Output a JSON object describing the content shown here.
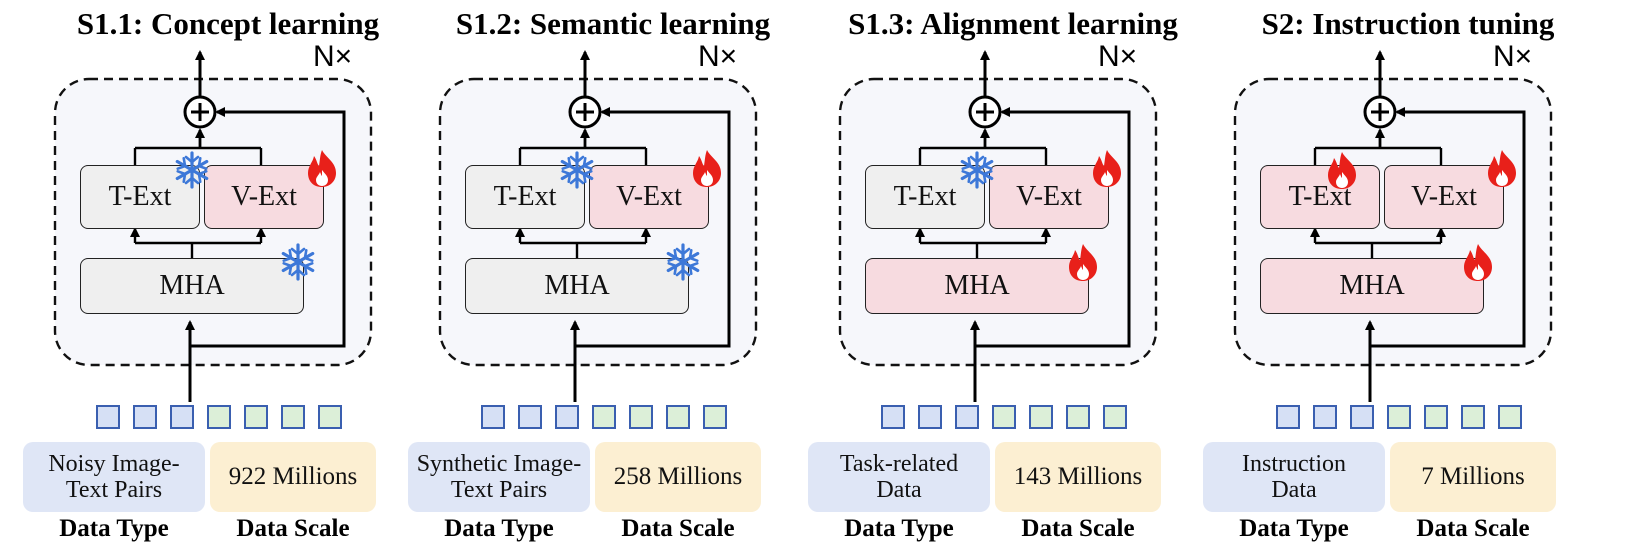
{
  "panels": [
    {
      "title": "S1.1: Concept learning",
      "repeat": "N×",
      "t_ext": "T-Ext",
      "v_ext": "V-Ext",
      "mha": "MHA",
      "t_state": "frozen",
      "v_state": "trainable",
      "mha_state": "frozen",
      "data_type_value": "Noisy Image-\nText Pairs",
      "data_scale_value": "922 Millions",
      "data_type_caption": "Data Type",
      "data_scale_caption": "Data Scale"
    },
    {
      "title": "S1.2: Semantic learning",
      "repeat": "N×",
      "t_ext": "T-Ext",
      "v_ext": "V-Ext",
      "mha": "MHA",
      "t_state": "frozen",
      "v_state": "trainable",
      "mha_state": "frozen",
      "data_type_value": "Synthetic Image-\nText Pairs",
      "data_scale_value": "258 Millions",
      "data_type_caption": "Data Type",
      "data_scale_caption": "Data Scale"
    },
    {
      "title": "S1.3: Alignment learning",
      "repeat": "N×",
      "t_ext": "T-Ext",
      "v_ext": "V-Ext",
      "mha": "MHA",
      "t_state": "frozen",
      "v_state": "trainable",
      "mha_state": "trainable",
      "data_type_value": "Task-related\nData",
      "data_scale_value": "143 Millions",
      "data_type_caption": "Data Type",
      "data_scale_caption": "Data Scale"
    },
    {
      "title": "S2: Instruction tuning",
      "repeat": "N×",
      "t_ext": "T-Ext",
      "v_ext": "V-Ext",
      "mha": "MHA",
      "t_state": "trainable",
      "v_state": "trainable",
      "mha_state": "trainable",
      "data_type_value": "Instruction\nData",
      "data_scale_value": "7 Millions",
      "data_type_caption": "Data Type",
      "data_scale_caption": "Data Scale"
    }
  ],
  "tokens": [
    "blue",
    "blue",
    "blue",
    "green",
    "green",
    "green",
    "green"
  ],
  "colors": {
    "frozen_box": "#efefef",
    "trainable_box": "#f7dbe0",
    "frozen_icon": "#3d78d8",
    "trainable_icon": "#e8201a",
    "token_blue": "#d6e0f5",
    "token_green": "#dcefd8",
    "data_type_bg": "#dfe6f6",
    "data_scale_bg": "#fcefd2",
    "block_bg": "#f6f7fb"
  },
  "icons": {
    "frozen": "snowflake-icon",
    "trainable": "flame-icon"
  }
}
